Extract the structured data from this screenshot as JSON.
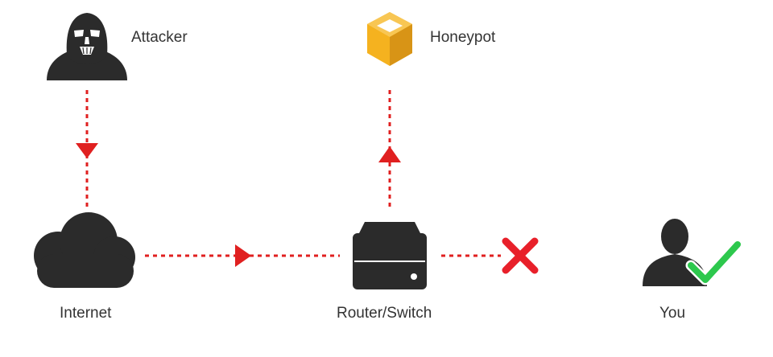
{
  "nodes": {
    "attacker": {
      "label": "Attacker",
      "icon": "darth-vader-icon"
    },
    "honeypot": {
      "label": "Honeypot",
      "icon": "honeypot-cube-icon"
    },
    "internet": {
      "label": "Internet",
      "icon": "cloud-icon"
    },
    "router": {
      "label": "Router/Switch",
      "icon": "router-icon"
    },
    "you": {
      "label": "You",
      "icon": "user-icon"
    }
  },
  "edges": [
    {
      "from": "attacker",
      "to": "internet",
      "style": "dashed"
    },
    {
      "from": "internet",
      "to": "router",
      "style": "dashed"
    },
    {
      "from": "router",
      "to": "honeypot",
      "style": "dashed"
    },
    {
      "from": "router",
      "to": "you",
      "style": "dashed",
      "blocked": true
    }
  ],
  "status_icons": {
    "blocked": "cross-icon",
    "safe": "check-icon"
  },
  "colors": {
    "connector": "#e02020",
    "icon_dark": "#2b2b2b",
    "honeypot": "#f5b21f",
    "honeypot_shade": "#d89416",
    "check": "#2dc84d",
    "cross": "#e8202a",
    "label": "#333333"
  }
}
